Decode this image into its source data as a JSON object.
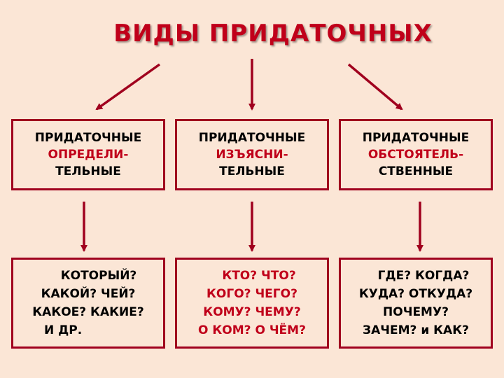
{
  "title": "ВИДЫ  ПРИДАТОЧНЫХ",
  "colors": {
    "background": "#fbe6d6",
    "accent_red": "#c0001a",
    "border": "#a0001e",
    "arrow": "#a0001e"
  },
  "categories": [
    {
      "line1": "ПРИДАТОЧНЫЕ",
      "line2": "ОПРЕДЕЛИ-",
      "line3": "ТЕЛЬНЫЕ"
    },
    {
      "line1": "ПРИДАТОЧНЫЕ",
      "line2": "ИЗЪЯСНИ-",
      "line3": "ТЕЛЬНЫЕ"
    },
    {
      "line1": "ПРИДАТОЧНЫЕ",
      "line2": "ОБСТОЯТЕЛЬ-",
      "line3": "СТВЕННЫЕ"
    }
  ],
  "questions": [
    [
      "КОТОРЫЙ?",
      "КАКОЙ? ЧЕЙ?",
      "КАКОЕ? КАКИЕ?",
      "И ДР."
    ],
    [
      "КТО? ЧТО?",
      "КОГО? ЧЕГО?",
      "КОМУ? ЧЕМУ?",
      "О КОМ? О ЧЁМ?"
    ],
    [
      "ГДЕ? КОГДА?",
      "КУДА? ОТКУДА?",
      "ПОЧЕМУ?",
      "ЗАЧЕМ? и КАК?"
    ]
  ]
}
